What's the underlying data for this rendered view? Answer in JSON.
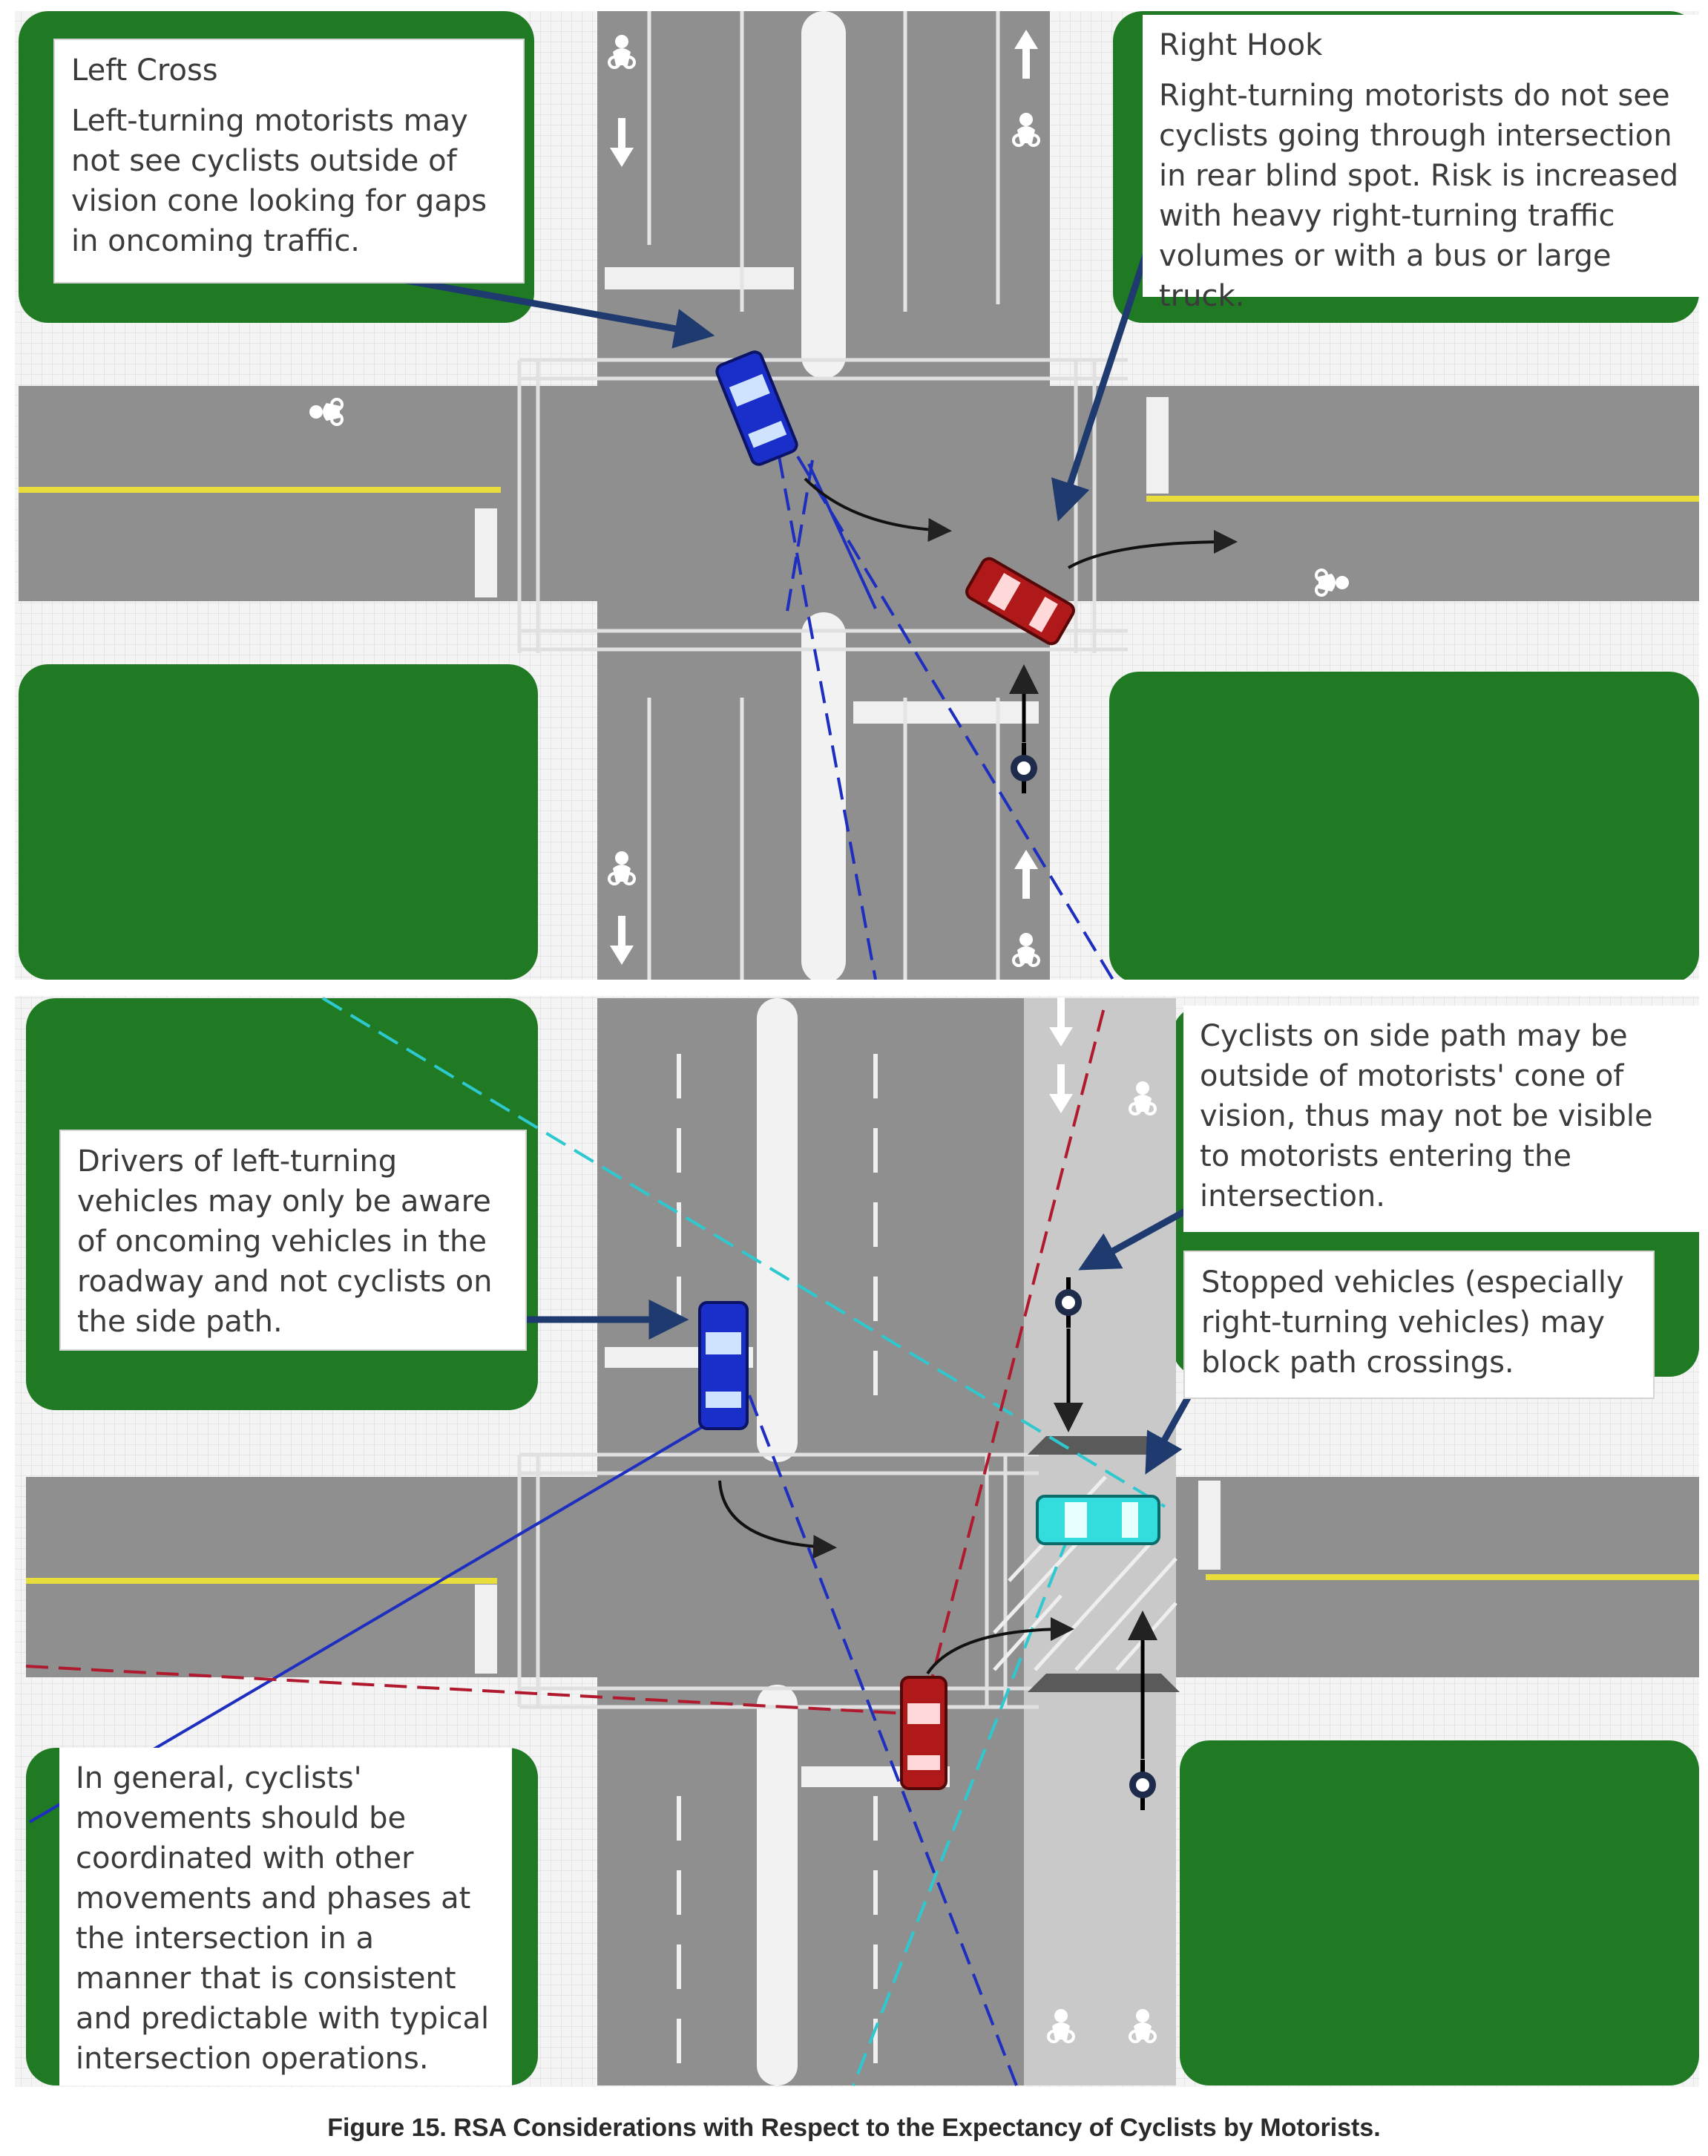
{
  "colors": {
    "grass": "#1f7a23",
    "road": "#8f8f8f",
    "road_dark": "#7b7b7b",
    "sidewalk": "#f2f2f2",
    "path": "#c9c9c9",
    "yellow_line": "#e8dd3a",
    "car_blue": "#1a2fc9",
    "car_red": "#b01919",
    "car_cyan": "#33dddd",
    "arrow": "#1f3a6e",
    "sight_blue": "#1e2fbf",
    "sight_cyan": "#2ec9cf",
    "sight_red": "#b01a2e",
    "bike_marking": "#ffffff"
  },
  "callouts": {
    "left_cross": {
      "title": "Left Cross",
      "body": "Left-turning motorists may not see cyclists outside of vision cone looking for gaps in oncoming traffic."
    },
    "right_hook": {
      "title": "Right Hook",
      "body": "Right-turning motorists do not see cyclists going through intersection in rear blind spot. Risk is increased with heavy right-turning traffic volumes or with a bus or large truck."
    },
    "left_turning_drivers": {
      "body": "Drivers of left-turning vehicles may only be aware of oncoming vehicles in the roadway and not cyclists on the side path."
    },
    "side_path": {
      "body": "Cyclists on side path may be outside of motorists' cone of vision, thus may not be visible to motorists entering the intersection."
    },
    "stopped_vehicles": {
      "body": "Stopped vehicles (especially right-turning vehicles) may block path crossings."
    },
    "general": {
      "body": "In general, cyclists' movements should be coordinated with other movements and phases at the intersection in a manner that is consistent and predictable with typical intersection operations."
    }
  },
  "caption": "Figure 15. RSA Considerations with Respect to the Expectancy of Cyclists by Motorists."
}
